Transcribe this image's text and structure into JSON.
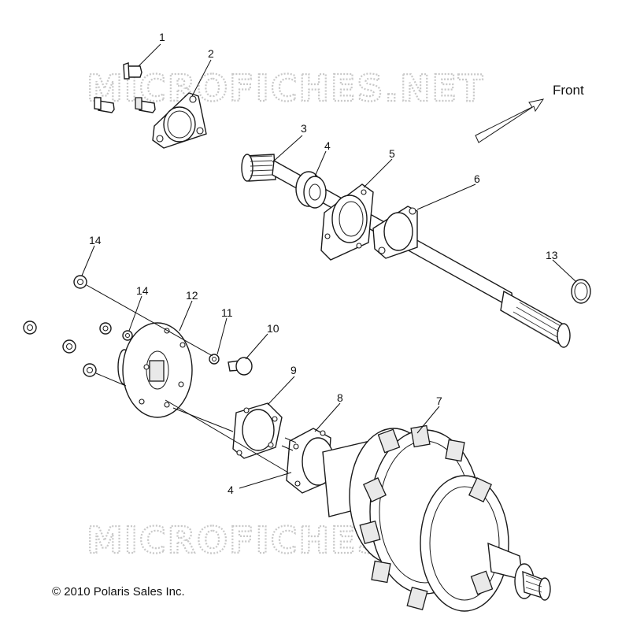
{
  "watermark": {
    "text": "MICROFICHES.NET"
  },
  "front_label": "Front",
  "copyright": "© 2010 Polaris Sales Inc.",
  "callouts": [
    "1",
    "2",
    "3",
    "4",
    "5",
    "6",
    "13",
    "14",
    "14",
    "12",
    "11",
    "10",
    "9",
    "8",
    "7",
    "4"
  ]
}
